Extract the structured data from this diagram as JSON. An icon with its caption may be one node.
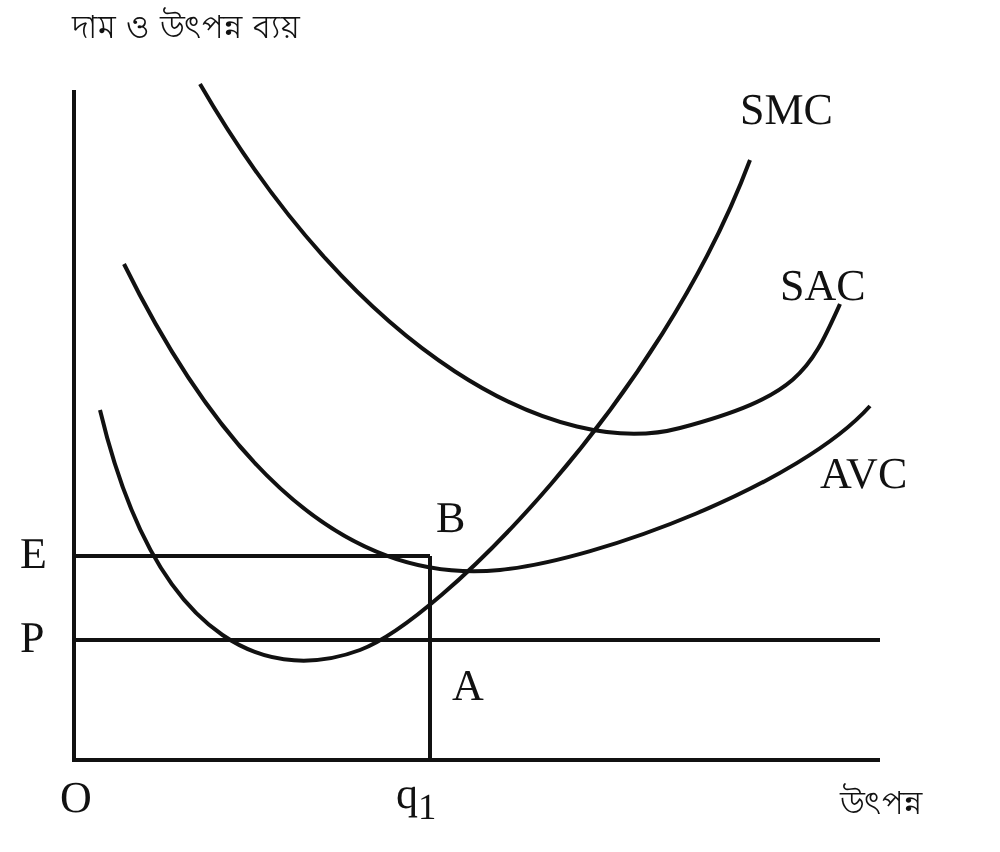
{
  "diagram": {
    "labels": [
      "দাম ও উৎপন্ন ব্যয়",
      "SMC",
      "SAC",
      "AVC",
      "E",
      "B",
      "P",
      "A",
      "O",
      "q$_{1}$",
      "উৎপন্ন"
    ]
  }
}
